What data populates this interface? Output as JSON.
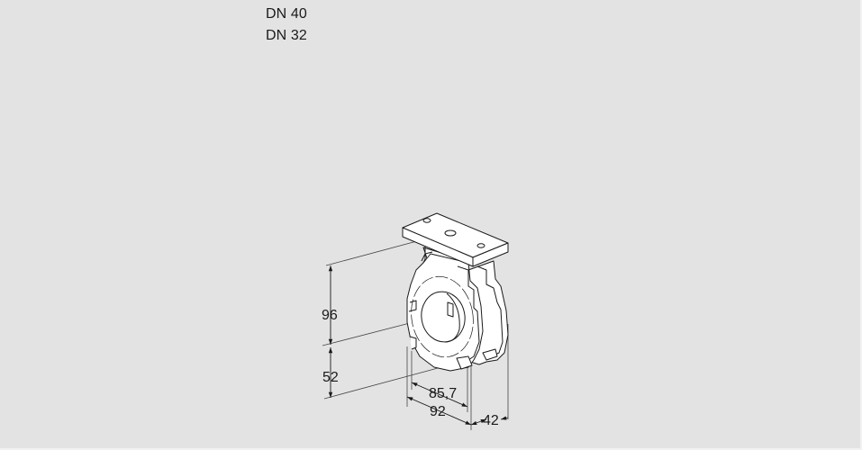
{
  "variants": [
    {
      "label": "DN 40"
    },
    {
      "label": "DN 32"
    }
  ],
  "drawing": {
    "subject": "butterfly-valve-isometric",
    "dimensions": {
      "height_upper": "96",
      "height_lower": "52",
      "face_inner": "85,7",
      "face_outer": "92",
      "body_width": "42"
    }
  },
  "colors": {
    "background": "#e3e3e3",
    "line": "#1a1a1a",
    "body_fill": "#ffffff",
    "dim_line": "#555555"
  }
}
